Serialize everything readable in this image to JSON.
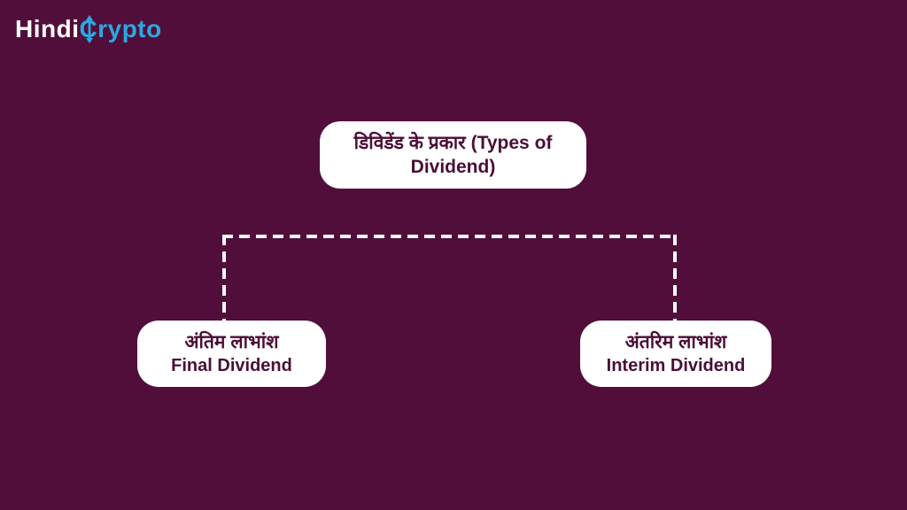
{
  "colors": {
    "background": "#520e3b",
    "node_background": "#ffffff",
    "node_text": "#4b0e36",
    "connector": "#ffffff",
    "logo_hindi": "#ffffff",
    "logo_crypto": "#2aa9e0"
  },
  "logo": {
    "white_part": "Hindi",
    "c_letter": "C",
    "blue_part": "rypto"
  },
  "diagram": {
    "root": {
      "line1": "डिविडेंड के प्रकार (Types of",
      "line2": "Dividend)"
    },
    "children": [
      {
        "hindi": "अंतिम लाभांश",
        "english": "Final Dividend"
      },
      {
        "hindi": "अंतरिम लाभांश",
        "english": "Interim Dividend"
      }
    ]
  }
}
